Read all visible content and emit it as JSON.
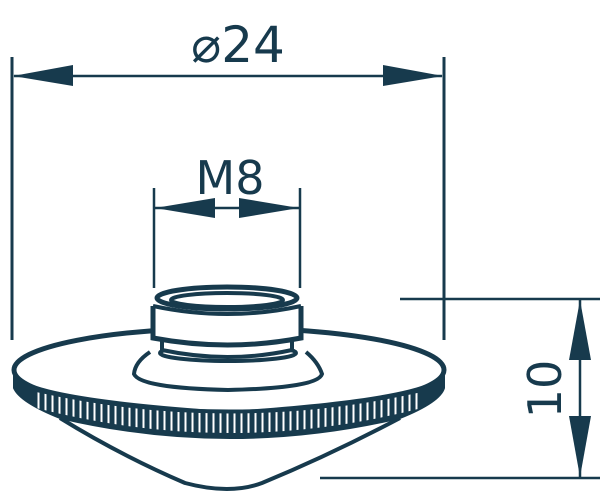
{
  "drawing": {
    "subject": "Laser nozzle (double-layer, knurled flange) technical drawing",
    "line_color": "#173a4d",
    "background_color": "#ffffff"
  },
  "dimensions": {
    "outer_diameter": {
      "symbol": "⌀",
      "value": "24",
      "label": "⌀24"
    },
    "thread": {
      "label": "M8"
    },
    "height": {
      "label": "10"
    }
  }
}
